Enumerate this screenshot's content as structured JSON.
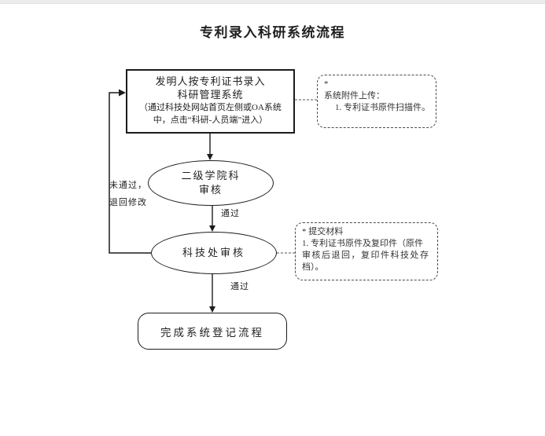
{
  "page": {
    "title": "专利录入科研系统流程"
  },
  "flowchart": {
    "nodes": {
      "entry_box": {
        "line1": "发明人按专利证书录入",
        "line2": "科研管理系统",
        "line3": "（通过科技处网站首页左侧或OA系统",
        "line4": "中，点击“科研-人员端”进入）"
      },
      "college_review": {
        "line1": "二级学院科",
        "line2": "审核"
      },
      "sci_tech_review": {
        "label": "科技处审核"
      },
      "complete": {
        "label": "完成系统登记流程"
      }
    },
    "annotations": {
      "upload_note": {
        "line1": "*",
        "line2": "系统附件上传：",
        "line3": "1. 专利证书原件扫描件。"
      },
      "materials_note": {
        "line1": "* 提交材料",
        "line2": "1. 专利证书原件及复印件（原件",
        "line3": "审核后退回，复印件科技处存",
        "line4": "档）。"
      }
    },
    "edge_labels": {
      "pass_1": "通过",
      "pass_2": "通过",
      "fail_line1": "未通过，",
      "fail_line2": "退回修改"
    }
  },
  "colors": {
    "line": "#1c1c1c",
    "text": "#1f1f1f",
    "top_bar": "#ececec",
    "background": "#ffffff"
  }
}
